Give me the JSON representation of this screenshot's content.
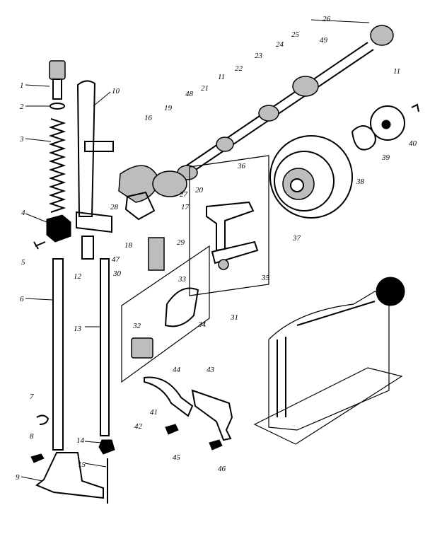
{
  "callouts": [
    "1",
    "2",
    "3",
    "4",
    "5",
    "6",
    "7",
    "8",
    "9",
    "10",
    "11",
    "11",
    "12",
    "13",
    "14",
    "15",
    "16",
    "17",
    "18",
    "19",
    "20",
    "21",
    "22",
    "23",
    "24",
    "25",
    "26",
    "27",
    "28",
    "29",
    "30",
    "31",
    "32",
    "33",
    "34",
    "35",
    "36",
    "37",
    "38",
    "39",
    "40",
    "41",
    "42",
    "43",
    "44",
    "45",
    "46",
    "47",
    "48",
    "49"
  ],
  "colors": {
    "ink": "#000000",
    "paper": "#ffffff"
  }
}
